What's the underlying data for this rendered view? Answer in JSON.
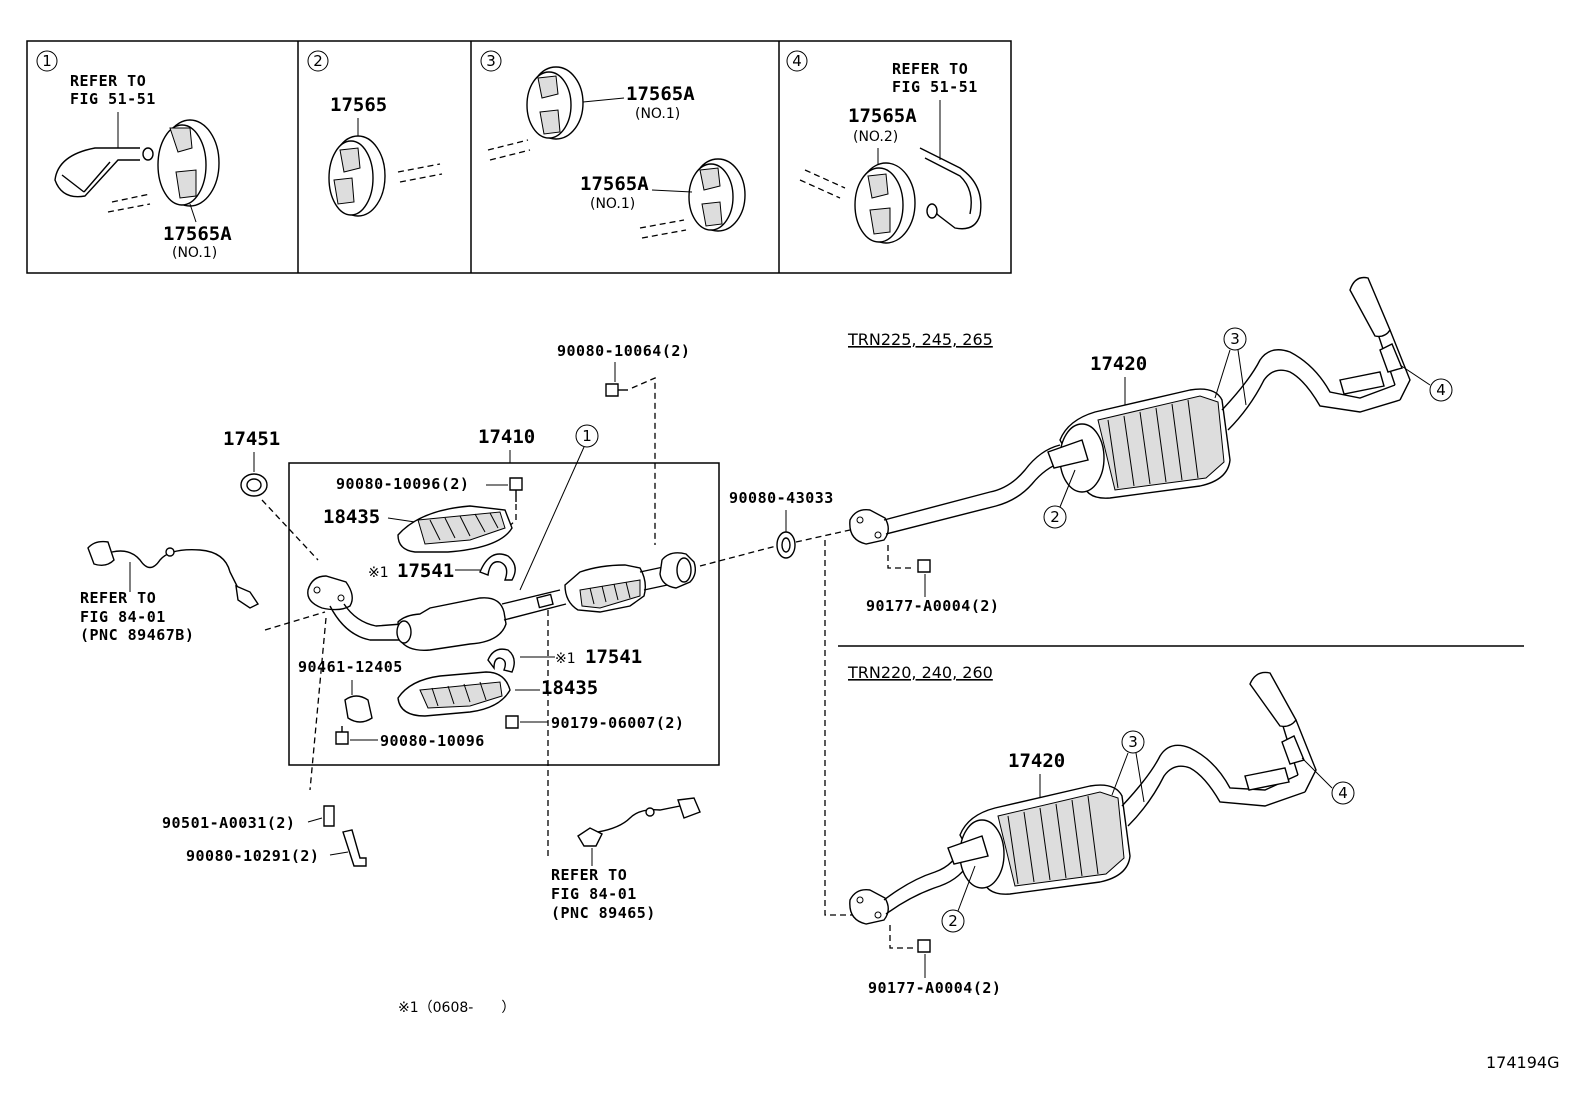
{
  "figure_id": "174194G",
  "note_footnote": "※1（0608-　　）",
  "detail_panels": [
    {
      "num": "1",
      "refer_lines": [
        "REFER TO",
        "FIG 51-51"
      ],
      "part": "17565A",
      "sub": "(NO.1)"
    },
    {
      "num": "2",
      "part": "17565"
    },
    {
      "num": "3",
      "part_a": "17565A",
      "sub_a": "(NO.1)",
      "part_b": "17565A",
      "sub_b": "(NO.1)"
    },
    {
      "num": "4",
      "refer_lines": [
        "REFER TO",
        "FIG 51-51"
      ],
      "part": "17565A",
      "sub": "(NO.2)"
    }
  ],
  "labels": {
    "p17451": "17451",
    "p17410": "17410",
    "p9008010064": "90080-10064(2)",
    "p9008010096_2": "90080-10096(2)",
    "p18435_top": "18435",
    "p17541_top": "17541",
    "p17541_bot": "17541",
    "note_mark": "※1",
    "p18435_bot": "18435",
    "p9046112405": "90461-12405",
    "p9017906007": "90179-06007(2)",
    "p9008010096": "90080-10096",
    "p90501A0031": "90501-A0031(2)",
    "p9008010291": "90080-10291(2)",
    "p9008043033": "90080-43033",
    "p90177A0004_top": "90177-A0004(2)",
    "p90177A0004_bot": "90177-A0004(2)",
    "p17420_top": "17420",
    "p17420_bot": "17420"
  },
  "refer_left": [
    "REFER TO",
    "FIG 84-01",
    "(PNC 89467B)"
  ],
  "refer_bottom": [
    "REFER TO",
    "FIG 84-01",
    "(PNC 89465)"
  ],
  "models": {
    "top": "TRN225, 245, 265",
    "bottom": "TRN220, 240, 260"
  },
  "callouts": {
    "main_1": "1",
    "top_2": "2",
    "top_3": "3",
    "top_4": "4",
    "bot_2": "2",
    "bot_3": "3",
    "bot_4": "4"
  }
}
